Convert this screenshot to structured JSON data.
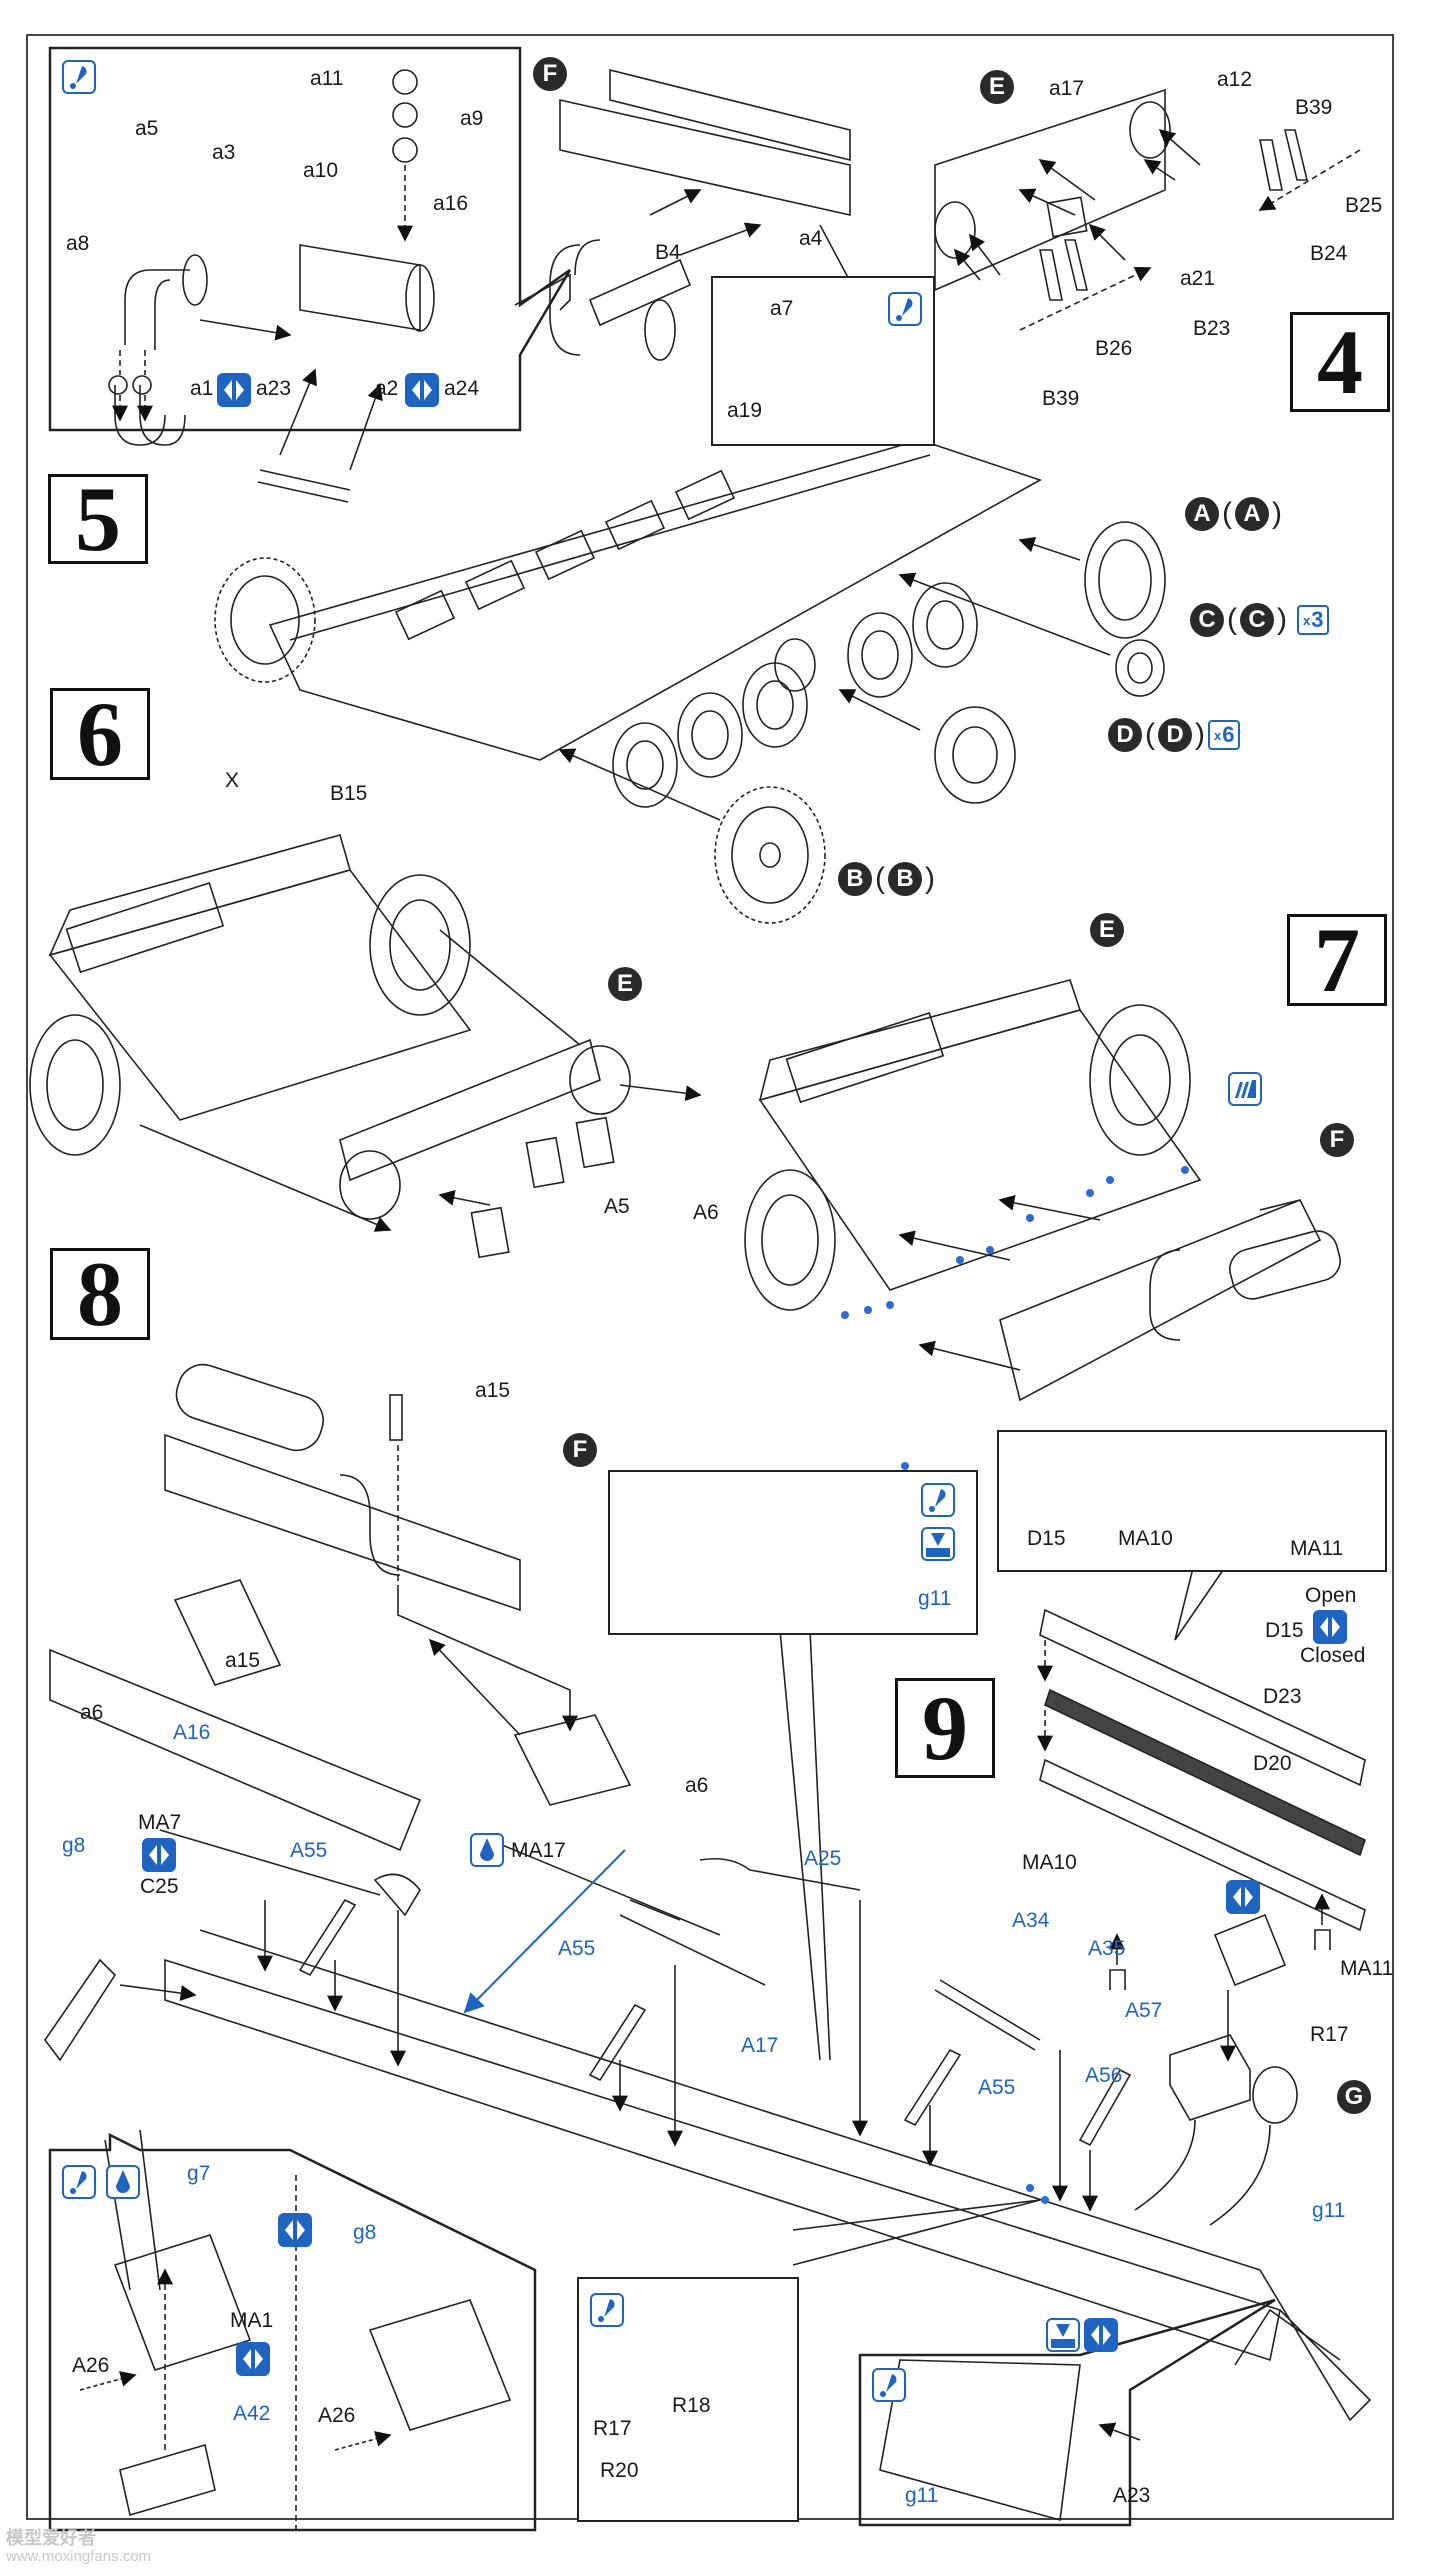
{
  "steps": {
    "s4": "4",
    "s5": "5",
    "s6": "6",
    "s7": "7",
    "s8": "8",
    "s9": "9"
  },
  "subassemblies": {
    "E": "E",
    "F": "F",
    "G": "G",
    "A": "A",
    "B": "B",
    "C": "C",
    "D": "D"
  },
  "step4": {
    "detail_labels": {
      "a11": "a11",
      "a9": "a9",
      "a10": "a10",
      "a5": "a5",
      "a3": "a3",
      "a16": "a16",
      "a8": "a8",
      "a1": "a1",
      "a23": "a23",
      "a2": "a2",
      "a24": "a24"
    },
    "F_labels": {
      "B4": "B4",
      "a4": "a4"
    },
    "inset_labels": {
      "a7": "a7",
      "a19": "a19"
    },
    "E_labels": {
      "a17": "a17",
      "a12": "a12",
      "B39_top": "B39",
      "B25": "B25",
      "B24": "B24",
      "a21": "a21",
      "B23": "B23",
      "B26": "B26",
      "B39_bottom": "B39"
    }
  },
  "step5": {
    "wheels": [
      {
        "code": "A",
        "pair": "A",
        "qty": ""
      },
      {
        "code": "C",
        "pair": "C",
        "qty": "3"
      },
      {
        "code": "D",
        "pair": "D",
        "qty": "6"
      },
      {
        "code": "B",
        "pair": "B",
        "qty": ""
      }
    ],
    "qty_prefix": "x"
  },
  "step6": {
    "labels": {
      "X": "X",
      "B15": "B15",
      "A5": "A5",
      "A6": "A6"
    }
  },
  "step8": {
    "labels": {
      "a15_top": "a15",
      "a15_bottom": "a15",
      "a6_left": "a6",
      "a6_right": "a6"
    }
  },
  "step9": {
    "inset_g11": "g11",
    "top_inset": {
      "D15": "D15",
      "MA10": "MA10",
      "MA11": "MA11"
    },
    "option_open": "Open",
    "option_closed": "Closed",
    "labels_black": {
      "D15": "D15",
      "D23": "D23",
      "D20": "D20",
      "MA10": "MA10",
      "MA11": "MA11",
      "MA7": "MA7",
      "C25": "C25",
      "MA17": "MA17",
      "R17": "R17",
      "A26_a": "A26",
      "A26_b": "A26",
      "MA1": "MA1",
      "R17_b": "R17",
      "R18": "R18",
      "R20": "R20",
      "A23": "A23"
    },
    "labels_blue": {
      "A16": "A16",
      "g8": "g8",
      "A55_a": "A55",
      "A55_b": "A55",
      "A55_c": "A55",
      "A17": "A17",
      "A25": "A25",
      "A34": "A34",
      "A35": "A35",
      "A57": "A57",
      "A56": "A56",
      "g11": "g11",
      "g7": "g7",
      "g8_b": "g8",
      "A42": "A42",
      "g11_b": "g11"
    }
  },
  "icons": {
    "glue": "cement-icon",
    "option": "option-choice-icon",
    "drill": "drill-hole-icon",
    "paint": "paint-drop-icon",
    "photo_etch": "photo-etch-icon"
  },
  "colors": {
    "accent_blue": "#1e64c0",
    "ink": "#1a1a1a"
  },
  "watermark": {
    "line1": "模型爱好者",
    "line2": "www.moxingfans.com"
  }
}
